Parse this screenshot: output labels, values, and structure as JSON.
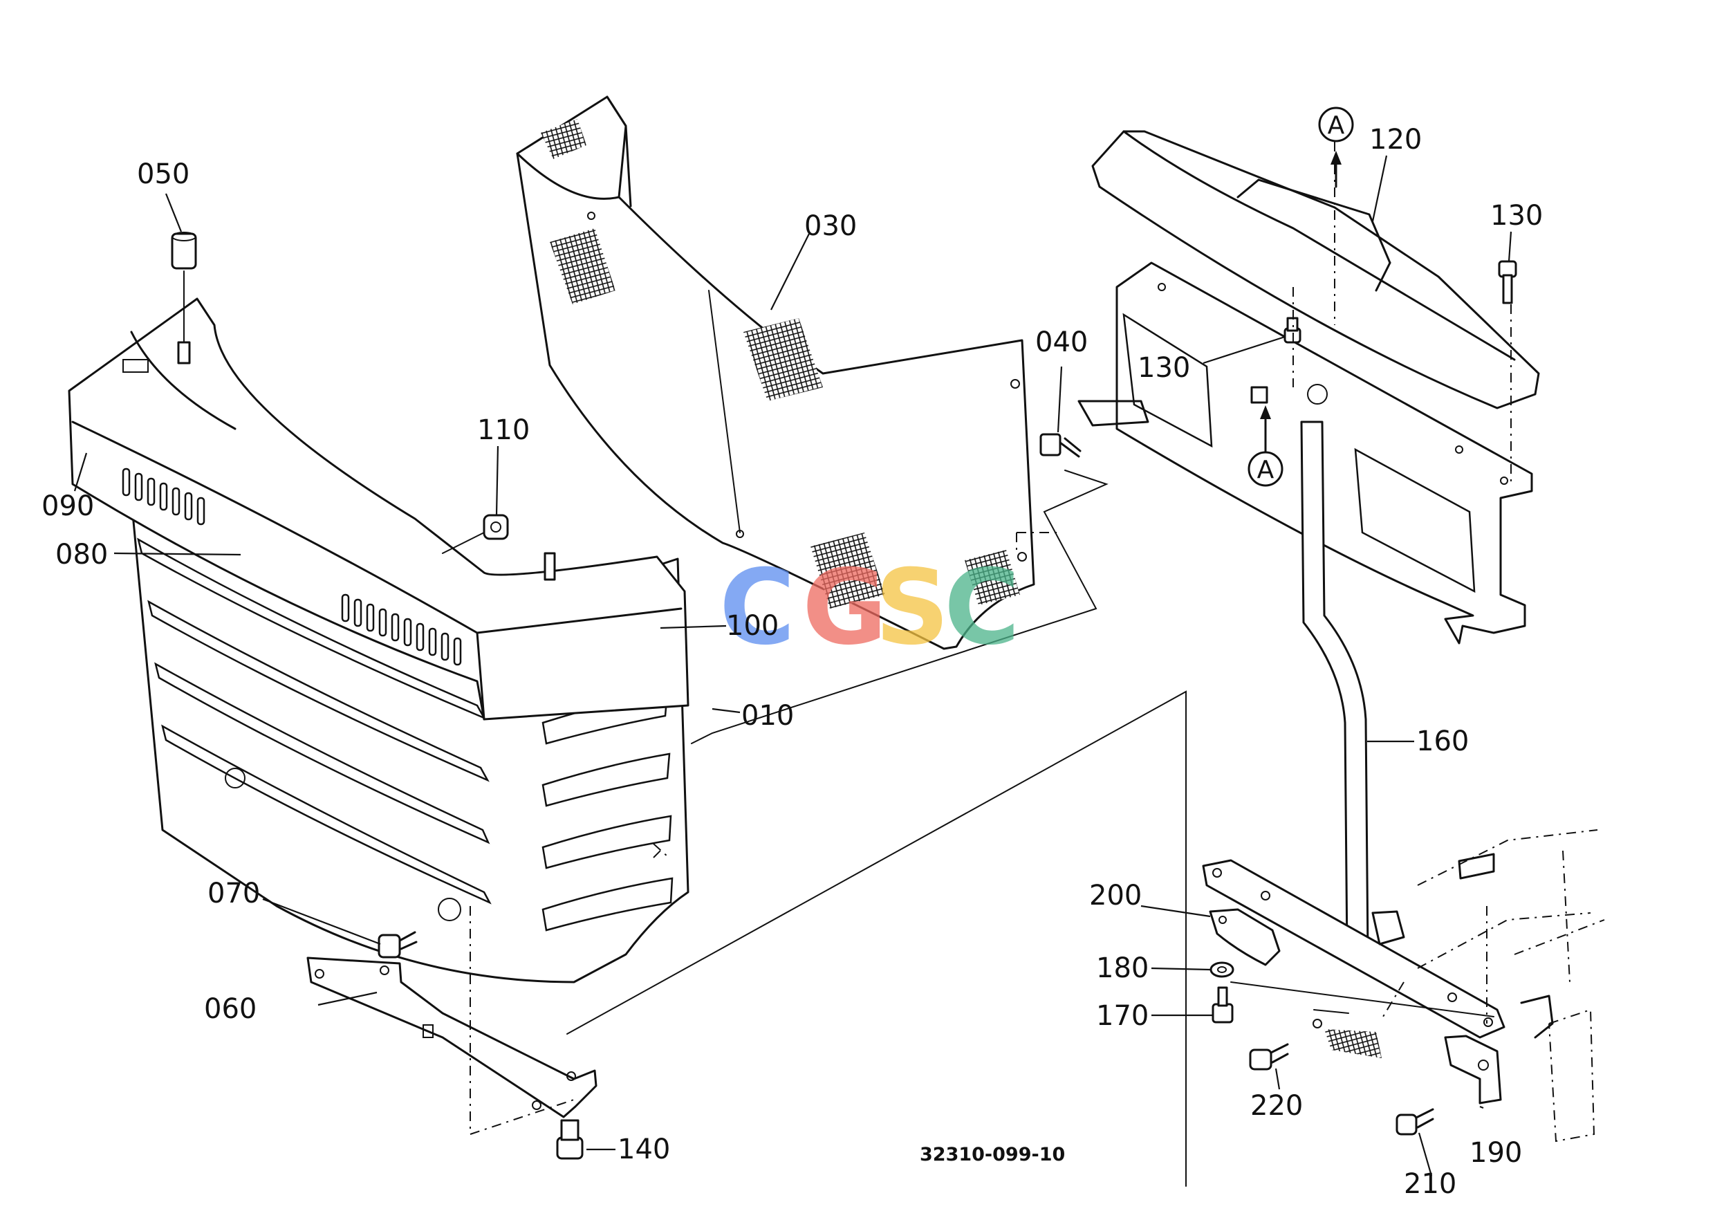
{
  "parts": [
    {
      "id": "p010",
      "label": "010"
    },
    {
      "id": "p030",
      "label": "030"
    },
    {
      "id": "p040",
      "label": "040"
    },
    {
      "id": "p050",
      "label": "050"
    },
    {
      "id": "p060",
      "label": "060"
    },
    {
      "id": "p070",
      "label": "070"
    },
    {
      "id": "p080",
      "label": "080"
    },
    {
      "id": "p090",
      "label": "090"
    },
    {
      "id": "p100",
      "label": "100"
    },
    {
      "id": "p110",
      "label": "110"
    },
    {
      "id": "p120",
      "label": "120"
    },
    {
      "id": "p130a",
      "label": "130"
    },
    {
      "id": "p130b",
      "label": "130"
    },
    {
      "id": "p140",
      "label": "140"
    },
    {
      "id": "p160",
      "label": "160"
    },
    {
      "id": "p170",
      "label": "170"
    },
    {
      "id": "p180",
      "label": "180"
    },
    {
      "id": "p190",
      "label": "190"
    },
    {
      "id": "p200",
      "label": "200"
    },
    {
      "id": "p210",
      "label": "210"
    },
    {
      "id": "p220",
      "label": "220"
    }
  ],
  "reference_marks": [
    {
      "id": "refA_top",
      "letter": "A"
    },
    {
      "id": "refA_bottom",
      "letter": "A"
    }
  ],
  "drawing_number": "32310-099-10",
  "watermark": {
    "letters": [
      {
        "char": "C",
        "color": "#5b8def"
      },
      {
        "char": "G",
        "color": "#ee6a60"
      },
      {
        "char": "S",
        "color": "#f5c342"
      },
      {
        "char": "C",
        "color": "#4bb38a"
      }
    ]
  }
}
